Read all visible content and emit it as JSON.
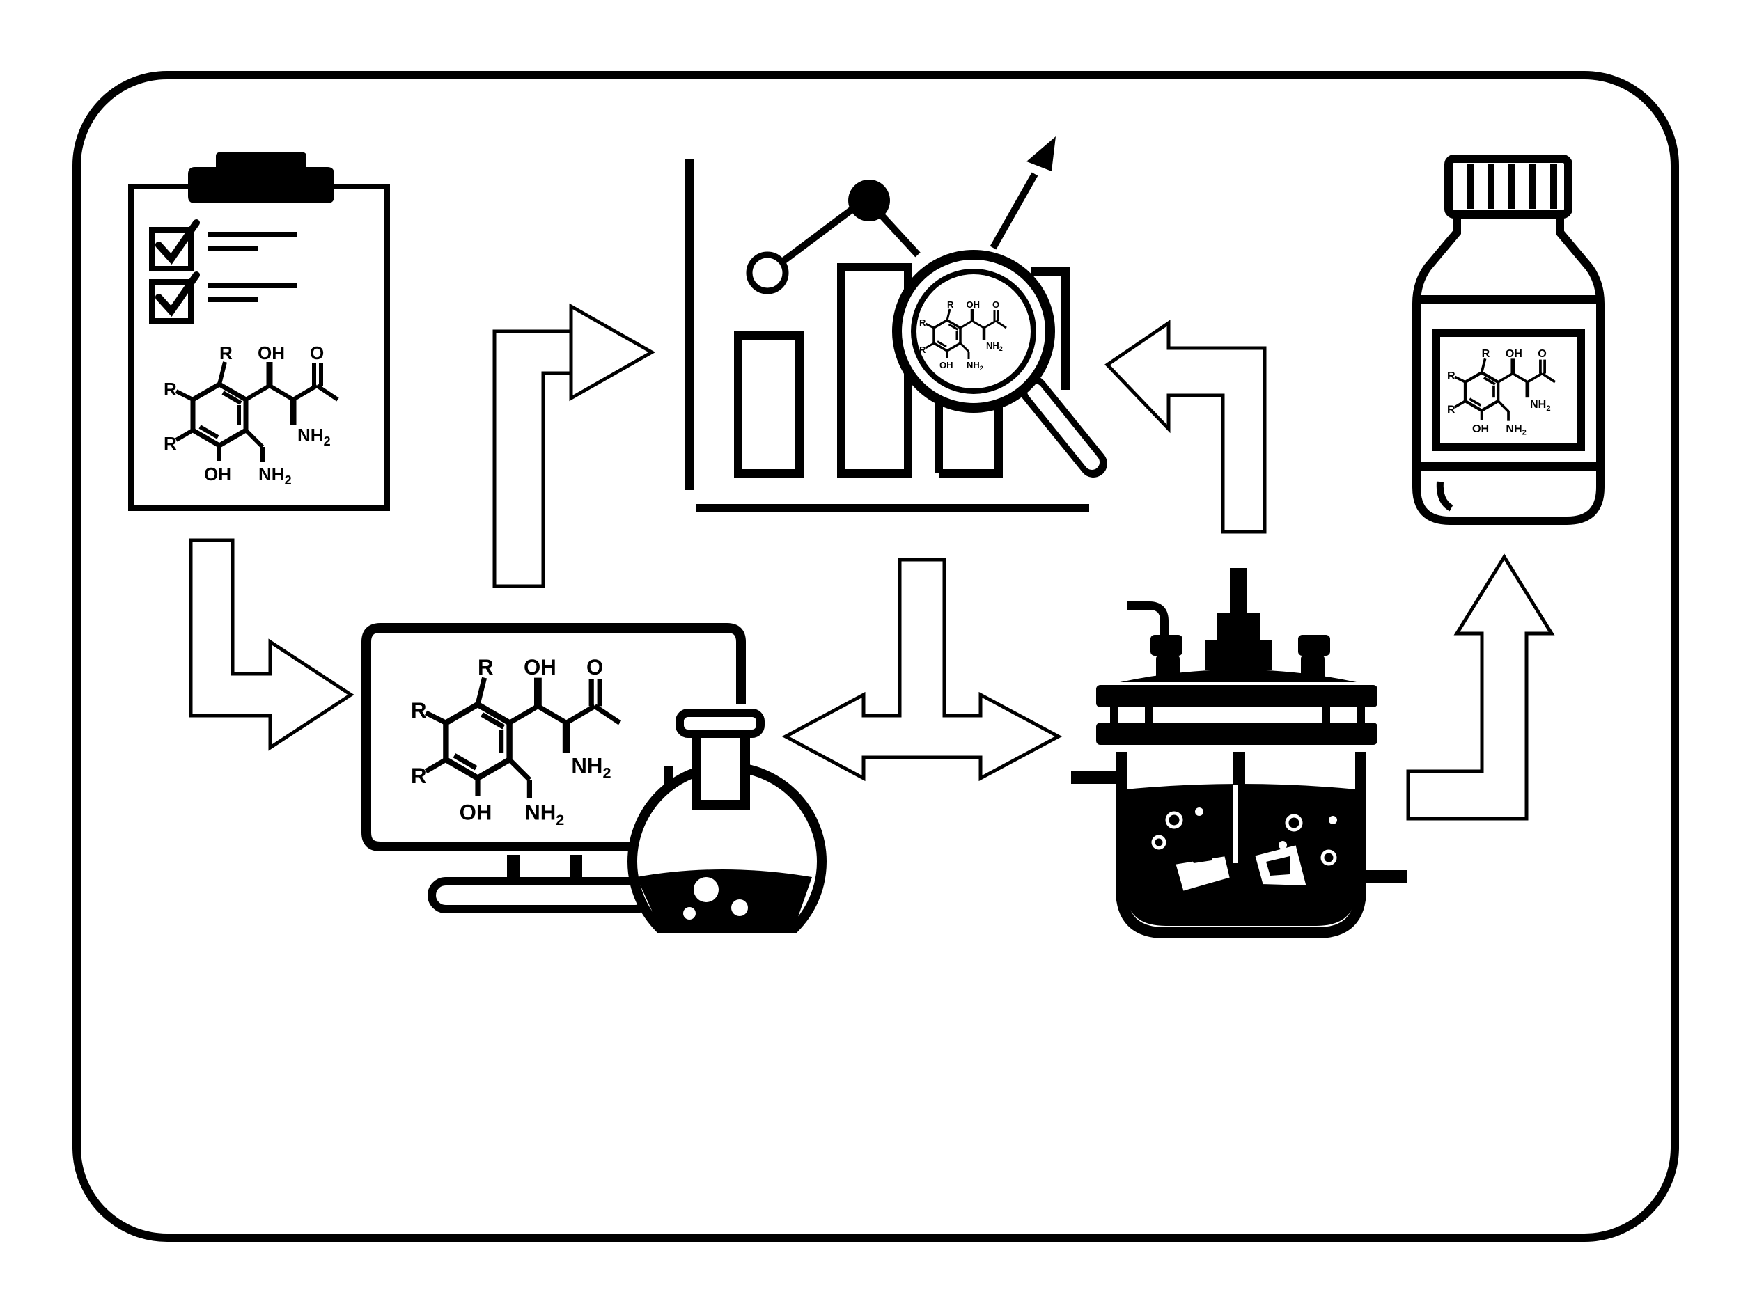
{
  "colors": {
    "ink": "#000000",
    "paper": "#ffffff"
  },
  "icons": {
    "checklist": "clipboard-checklist-icon",
    "analysis": "chart-magnifier-icon",
    "product": "medicine-bottle-icon",
    "design": "computer-monitor-icon",
    "flask": "round-bottom-flask-icon",
    "reactor": "stirred-reactor-icon"
  },
  "molecule": {
    "r1": "R",
    "r2": "R",
    "r3": "R",
    "oh_top": "OH",
    "carbonyl_o": "O",
    "amine": "NH",
    "amine_sub": "2",
    "oh_bottom": "OH",
    "aminomethyl": "NH",
    "aminomethyl_sub": "2"
  }
}
